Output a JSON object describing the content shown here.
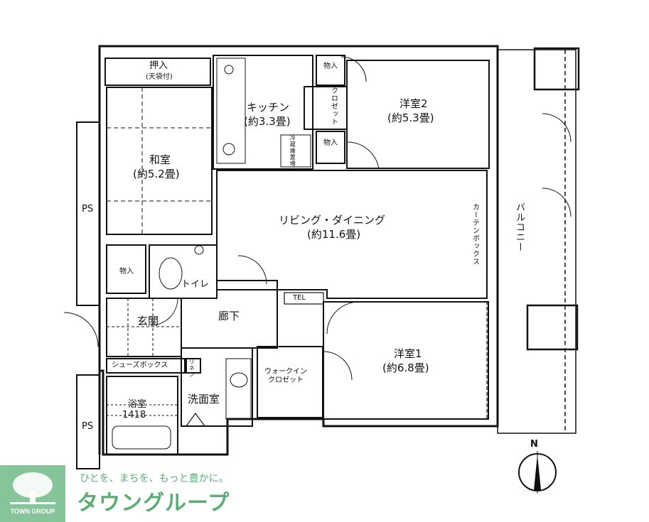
{
  "rooms": {
    "oshiire": {
      "name": "押入",
      "note": "(天袋付)"
    },
    "washitsu": {
      "name": "和室",
      "size": "(約5.2畳)"
    },
    "kitchen": {
      "name": "キッチン",
      "size": "(約3.3畳)"
    },
    "fridge": "冷蔵庫置場",
    "mono_top": "物入",
    "mono_mid": "物入",
    "closet": "クロゼット",
    "yoshitsu2": {
      "name": "洋室2",
      "size": "(約5.3畳)"
    },
    "living": {
      "name": "リビング・ダイニング",
      "size": "(約11.6畳)"
    },
    "curtain_box": "カーテンボックス",
    "balcony": "バルコニー",
    "ps_top": "PS",
    "ps_bottom": "PS",
    "mono_entry": "物入",
    "toilet": "トイレ",
    "genkan": "玄関",
    "rouka": "廊下",
    "shoebox": "シューズボックス",
    "linen": "リネン",
    "tel": "TEL",
    "yoshitsu1": {
      "name": "洋室1",
      "size": "(約6.8畳)"
    },
    "walkin": "ウォークイン\nクロゼット",
    "bath": {
      "name": "浴室",
      "size": "1418"
    },
    "senmen": "洗面室"
  },
  "compass": {
    "north": "N"
  },
  "brand": {
    "slogan": "ひとを、まちを、もっと豊かに。",
    "name": "タウングループ",
    "logo_text": "TOWN GROUP",
    "color": "#5aae74",
    "logo_bg": "#86c49a"
  }
}
